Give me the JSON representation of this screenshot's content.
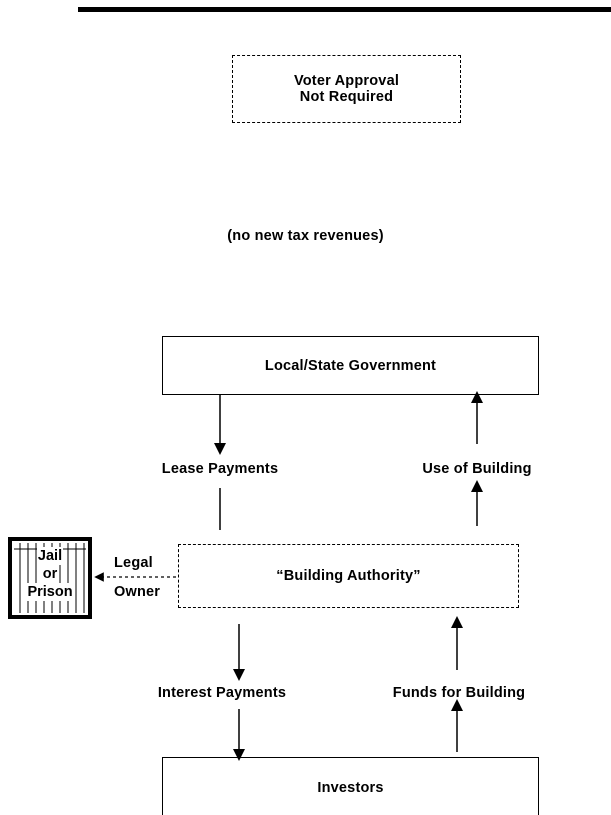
{
  "header": {
    "voter_line1": "Voter Approval",
    "voter_line2": "Not Required",
    "note": "(no new tax revenues)"
  },
  "nodes": {
    "government": "Local/State Government",
    "authority": "“Building Authority”",
    "investors": "Investors",
    "jail_line1": "Jail",
    "jail_line2": "or",
    "jail_line3": "Prison"
  },
  "flows": {
    "lease_payments": "Lease Payments",
    "use_of_building": "Use of Building",
    "interest_payments": "Interest Payments",
    "funds_for_building": "Funds for Building",
    "legal": "Legal",
    "owner": "Owner"
  }
}
